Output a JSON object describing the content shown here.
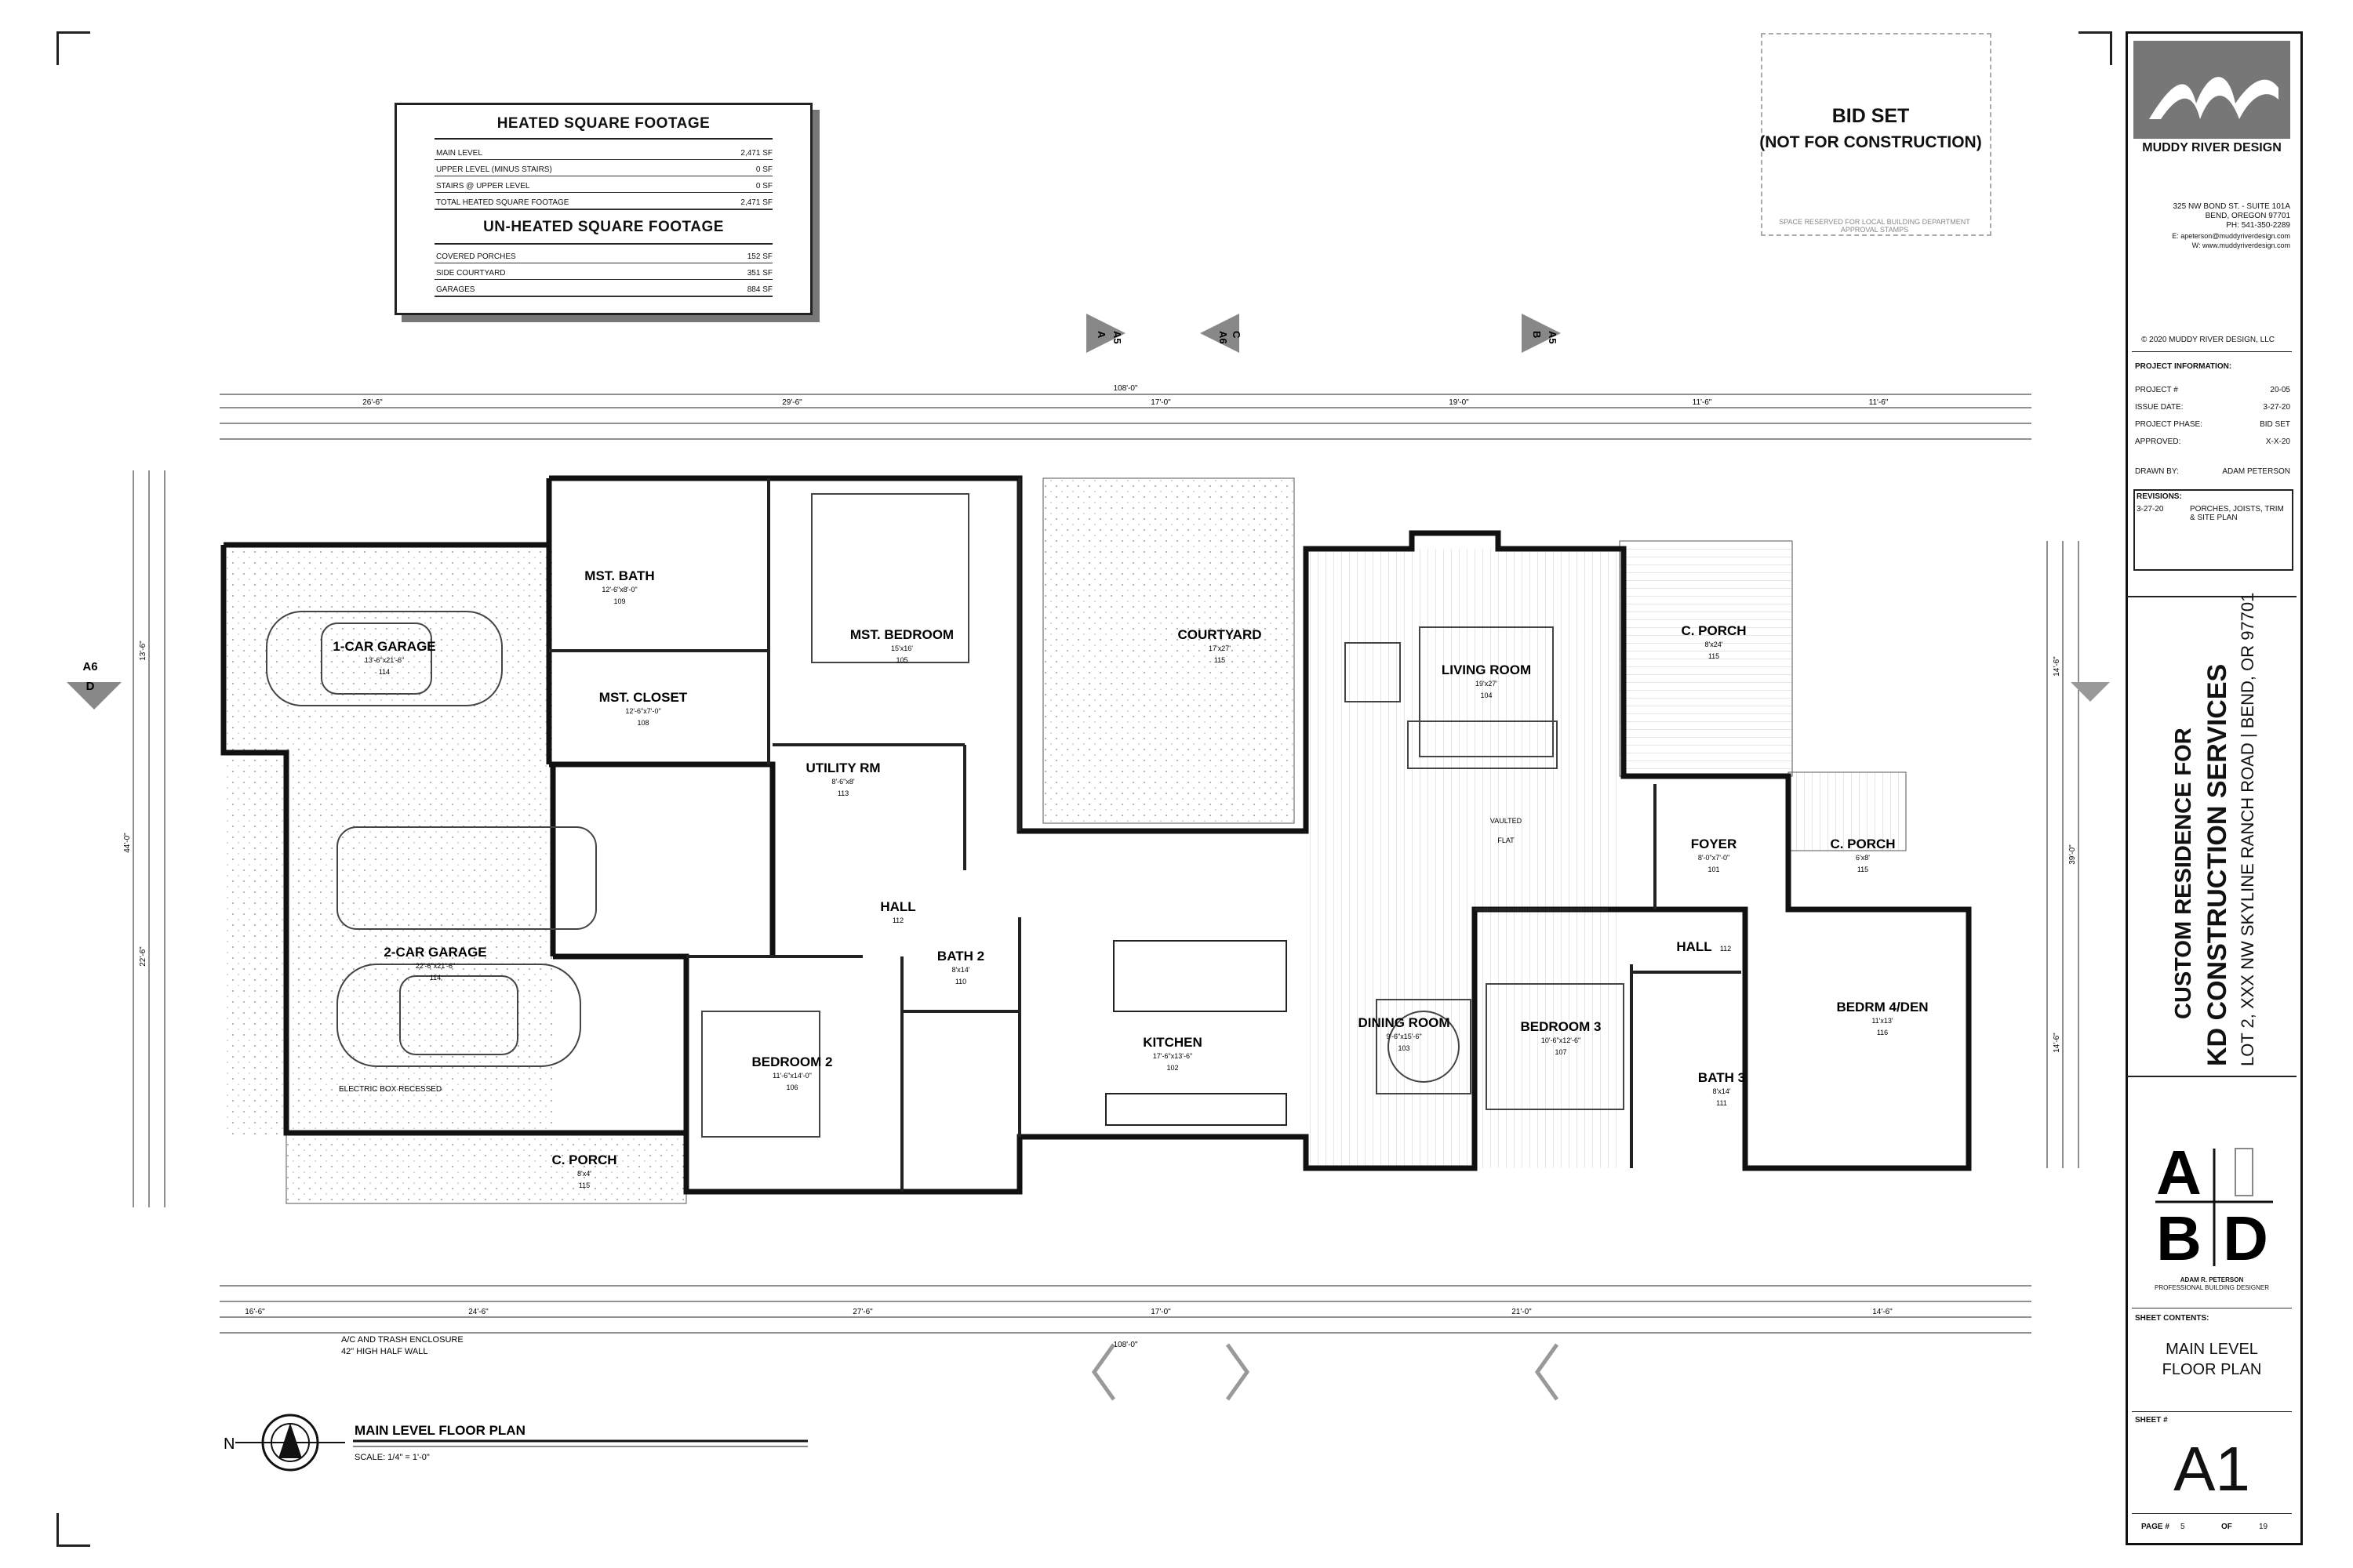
{
  "sqft": {
    "heated_title": "HEATED SQUARE FOOTAGE",
    "heated_rows": [
      {
        "label": "MAIN LEVEL",
        "value": "2,471 SF"
      },
      {
        "label": "UPPER LEVEL (MINUS STAIRS)",
        "value": "0 SF"
      },
      {
        "label": "STAIRS @ UPPER LEVEL",
        "value": "0 SF"
      },
      {
        "label": "TOTAL HEATED SQUARE FOOTAGE",
        "value": "2,471 SF"
      }
    ],
    "unheated_title": "UN-HEATED SQUARE FOOTAGE",
    "unheated_rows": [
      {
        "label": "COVERED PORCHES",
        "value": "152 SF"
      },
      {
        "label": "SIDE COURTYARD",
        "value": "351 SF"
      },
      {
        "label": "GARAGES",
        "value": "884 SF"
      }
    ]
  },
  "bid": {
    "line1": "BID SET",
    "line2": "(NOT FOR CONSTRUCTION)",
    "stamp_text": "SPACE RESERVED FOR LOCAL BUILDING DEPARTMENT APPROVAL STAMPS"
  },
  "title_block": {
    "firm": "MUDDY RIVER DESIGN",
    "address1": "325 NW BOND ST. - SUITE 101A",
    "address2": "BEND, OREGON 97701",
    "phone": "PH: 541-350-2289",
    "email": "E: apeterson@muddyriverdesign.com",
    "web": "W: www.muddyriverdesign.com",
    "copyright": "© 2020 MUDDY RIVER DESIGN, LLC",
    "project_info_title": "PROJECT INFORMATION:",
    "project_rows": [
      {
        "label": "PROJECT #",
        "value": "20-05"
      },
      {
        "label": "ISSUE DATE:",
        "value": "3-27-20"
      },
      {
        "label": "PROJECT PHASE:",
        "value": "BID SET"
      },
      {
        "label": "APPROVED:",
        "value": "X-X-20"
      }
    ],
    "drawn_by_label": "DRAWN BY:",
    "drawn_by": "ADAM PETERSON",
    "revisions_title": "REVISIONS:",
    "revision_date": "3-27-20",
    "revision_text": "PORCHES, JOISTS, TRIM & SITE PLAN",
    "vertical_1": "CUSTOM RESIDENCE FOR",
    "vertical_2": "KD CONSTRUCTION SERVICES",
    "vertical_3": "LOT 2,  XXX NW SKYLINE RANCH ROAD  |  BEND, OR 97701",
    "designer_name": "ADAM R. PETERSON",
    "designer_title": "PROFESSIONAL BUILDING DESIGNER",
    "sheet_contents_label": "SHEET CONTENTS:",
    "sheet_contents_1": "MAIN LEVEL",
    "sheet_contents_2": "FLOOR PLAN",
    "sheet_label": "SHEET #",
    "sheet_number": "A1",
    "page_label": "PAGE #",
    "page": "5",
    "of_label": "OF",
    "total_pages": "19"
  },
  "plan": {
    "title": "MAIN LEVEL FLOOR PLAN",
    "scale": "SCALE: 1/4\" = 1'-0\"",
    "north": "N",
    "rooms": [
      {
        "name": "1-CAR GARAGE",
        "size": "13'-6\"x21'-6\"",
        "num": "114"
      },
      {
        "name": "2-CAR GARAGE",
        "size": "22'-6\"x21'-6\"",
        "num": "114"
      },
      {
        "name": "MST. BATH",
        "size": "12'-6\"x8'-0\"",
        "num": "109"
      },
      {
        "name": "MST. CLOSET",
        "size": "12'-6\"x7'-0\"",
        "num": "108"
      },
      {
        "name": "MST. BEDROOM",
        "size": "15'x16'",
        "num": "105"
      },
      {
        "name": "COURTYARD",
        "size": "17'x27'",
        "num": "115"
      },
      {
        "name": "LIVING ROOM",
        "size": "19'x27'",
        "num": "104"
      },
      {
        "name": "C. PORCH",
        "size": "8'x24'",
        "num": "115"
      },
      {
        "name": "UTILITY RM",
        "size": "8'-6\"x8'",
        "num": "113"
      },
      {
        "name": "HALL",
        "size": "",
        "num": "112"
      },
      {
        "name": "FOYER",
        "size": "8'-0\"x7'-0\"",
        "num": "101"
      },
      {
        "name": "C. PORCH",
        "size": "6'x8'",
        "num": "115"
      },
      {
        "name": "BATH 2",
        "size": "8'x14'",
        "num": "110"
      },
      {
        "name": "BEDROOM 2",
        "size": "11'-6\"x14'-0\"",
        "num": "106"
      },
      {
        "name": "KITCHEN",
        "size": "17'-6\"x13'-6\"",
        "num": "102"
      },
      {
        "name": "DINING ROOM",
        "size": "9'-6\"x15'-6\"",
        "num": "103"
      },
      {
        "name": "BEDROOM 3",
        "size": "10'-6\"x12'-6\"",
        "num": "107"
      },
      {
        "name": "HALL",
        "size": "",
        "num": "112"
      },
      {
        "name": "BATH 3",
        "size": "8'x14'",
        "num": "111"
      },
      {
        "name": "BEDRM 4/DEN",
        "size": "11'x13'",
        "num": "116"
      },
      {
        "name": "C. PORCH",
        "size": "8'x4'",
        "num": "115"
      }
    ],
    "notes": {
      "vaulted": "VAULTED",
      "flat": "FLAT",
      "electric": "ELECTRIC BOX RECESSED",
      "ac1": "A/C AND TRASH ENCLOSURE",
      "ac2": "42\" HIGH HALF WALL"
    },
    "overall_dim": "108'-0\"",
    "top_dims": [
      "26'-6\"",
      "29'-6\"",
      "17'-0\"",
      "19'-0\"",
      "11'-6\"",
      "11'-6\""
    ],
    "bottom_dims": [
      "16'-6\"",
      "24'-6\"",
      "27'-6\"",
      "17'-0\"",
      "21'-0\"",
      "14'-6\""
    ],
    "left_dims": [
      "44'-0\"",
      "22'-6\"",
      "13'-6\""
    ],
    "right_dims": [
      "39'-0\"",
      "14'-6\"",
      "14'-6\""
    ],
    "section_markers": [
      {
        "sheet": "A5",
        "ref": "A"
      },
      {
        "sheet": "A6",
        "ref": "C"
      },
      {
        "sheet": "A5",
        "ref": "B"
      },
      {
        "sheet": "A6",
        "ref": "D"
      }
    ]
  }
}
